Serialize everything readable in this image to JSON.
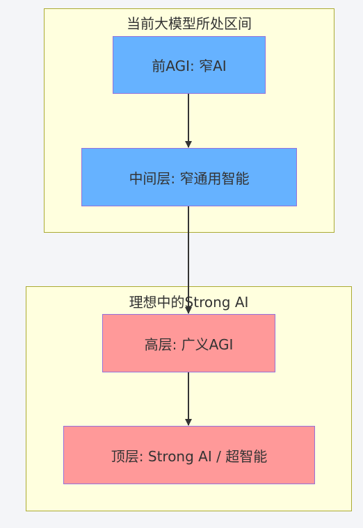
{
  "clusters": {
    "current": {
      "title": "当前大模型所处区间"
    },
    "ideal": {
      "title": "理想中的Strong AI"
    }
  },
  "nodes": {
    "pre_agi": {
      "label": "前AGI: 窄AI"
    },
    "middle": {
      "label": "中间层: 窄通用智能"
    },
    "high": {
      "label": "高层: 广义AGI"
    },
    "top": {
      "label": "顶层: Strong AI / 超智能"
    }
  },
  "colors": {
    "cluster_fill": "#ffffde",
    "cluster_border": "#aaaa33",
    "node_blue": "#66b2ff",
    "node_red": "#ff9999",
    "node_border": "#9370db",
    "edge": "#333333"
  }
}
